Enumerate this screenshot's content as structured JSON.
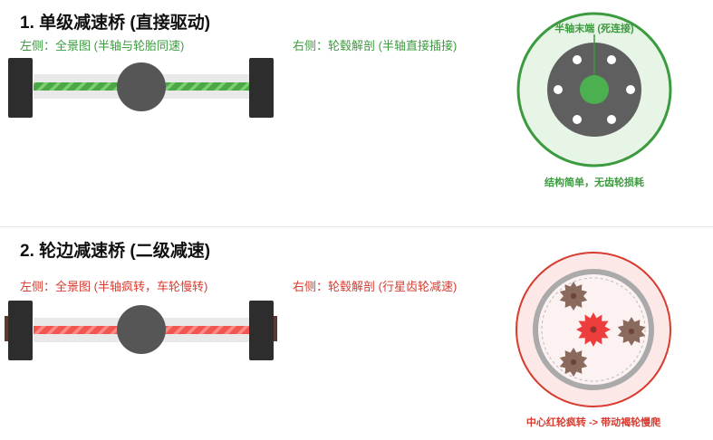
{
  "section1": {
    "title": "1. 单级减速桥 (直接驱动)",
    "left_caption": "左侧：全景图 (半轴与轮胎同速)",
    "right_caption": "右侧：轮毂解剖 (半轴直接插接)",
    "axle_label": "半轴末端 (死连接)",
    "note": "结构简单，无齿轮损耗",
    "colors": {
      "accent": "#3c9b3f",
      "shaft": "#5ab552",
      "hub": "#5f5f5f",
      "tire": "#2d2d2d"
    }
  },
  "section2": {
    "title": "2. 轮边减速桥 (二级减速)",
    "left_caption": "左侧：全景图 (半轴疯转，车轮慢转)",
    "right_caption": "右侧：轮毂解剖 (行星齿轮减速)",
    "note": "中心红轮疯转 -> 带动褐轮慢爬",
    "colors": {
      "accent": "#d83b2f",
      "shaft": "#f05a55",
      "sun_gear": "#ee3d3d",
      "planet_gear": "#8a6a5c",
      "ring": "#aaaaaa"
    }
  }
}
